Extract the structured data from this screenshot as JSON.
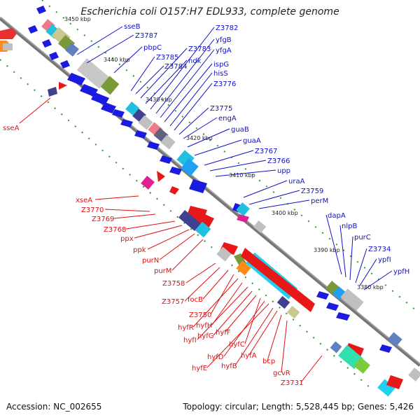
{
  "title": "Escherichia coli O157:H7 EDL933, complete genome",
  "footer": {
    "accession": "Accession: NC_002655",
    "topology": "Topology: circular; Length: 5,528,445 bp; Genes: 5,426"
  },
  "colors": {
    "forward_label": "#1010c8",
    "reverse_label": "#e01010",
    "backbone": "#7a7a7a",
    "forward_gene": "#1a1ae0",
    "reverse_gene": "#e81818",
    "dots": "#2a9a2a"
  },
  "ticks": [
    "3450 kbp",
    "3440 kbp",
    "3430 kbp",
    "3420 kbp",
    "3410 kbp",
    "3400 kbp",
    "3390 kbp",
    "3380 kbp"
  ],
  "forward_genes": [
    "sseB",
    "Z3787",
    "pbpC",
    "Z3785",
    "Z3784",
    "Z3783",
    "ndk",
    "Z3782",
    "yfgB",
    "yfgA",
    "ispG",
    "hisS",
    "Z3776",
    "Z3775",
    "engA",
    "guaB",
    "guaA",
    "Z3767",
    "Z3766",
    "upp",
    "uraA",
    "Z3759",
    "perM",
    "dapA",
    "nlpB",
    "purC",
    "Z3734",
    "ypfI",
    "ypfH"
  ],
  "reverse_genes": [
    "sseA",
    "xseA",
    "Z3770",
    "Z3769",
    "Z3768",
    "ppx",
    "ppk",
    "purN",
    "purM",
    "Z3758",
    "Z3757",
    "focB",
    "Z3750",
    "hyfR",
    "hyfH",
    "hyfI",
    "hyfG",
    "hyfF",
    "hyfC",
    "hyfD",
    "hyfE",
    "hyfB",
    "hyfA",
    "bcp",
    "gcvR",
    "Z3731"
  ]
}
